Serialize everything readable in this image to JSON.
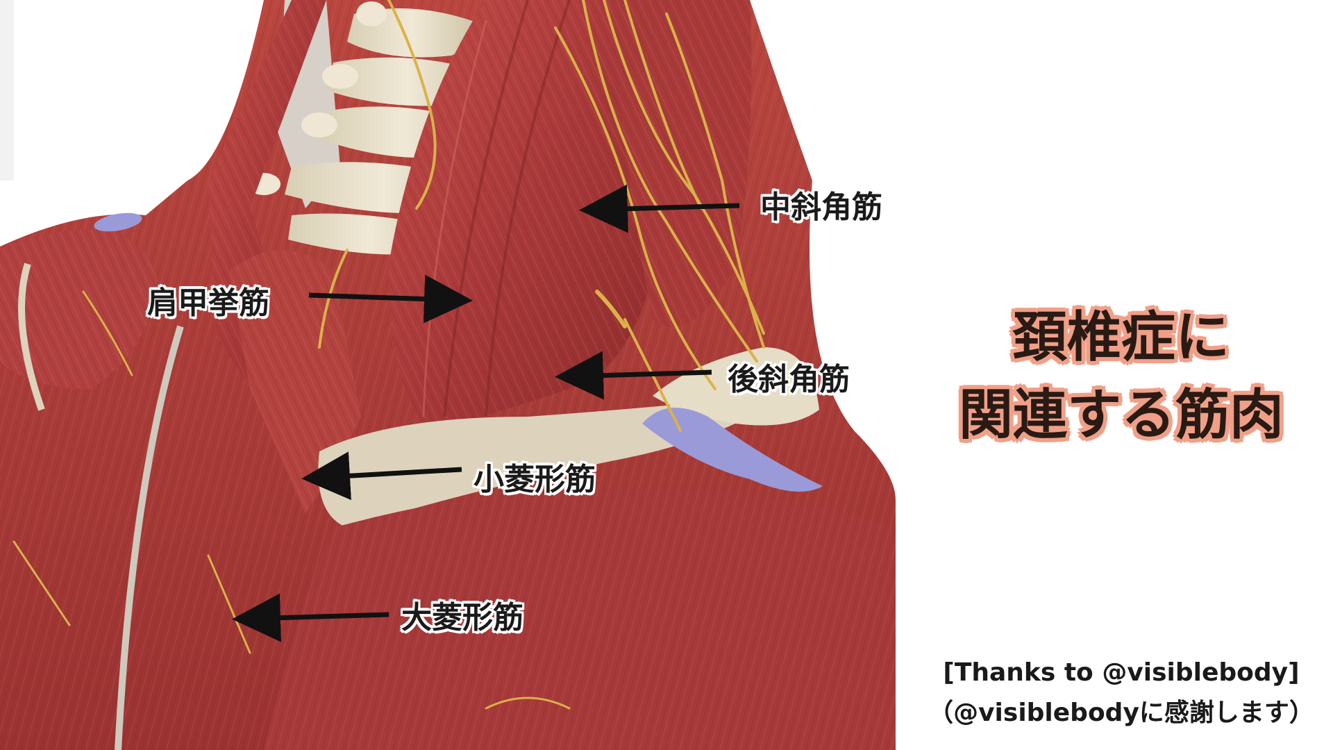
{
  "labels": {
    "middle_scalene": "中斜角筋",
    "levator_scapulae": "肩甲挙筋",
    "posterior_scalene": "後斜角筋",
    "rhomboid_minor": "小菱形筋",
    "rhomboid_major": "大菱形筋"
  },
  "title": {
    "line1": "頚椎症に",
    "line2": "関連する筋肉"
  },
  "credits": {
    "line1": "[Thanks to @visiblebody]",
    "line2": "（@visiblebodyに感謝します）"
  },
  "colors": {
    "muscle": "#b5413f",
    "muscle_dark": "#7e2624",
    "bone": "#e8e0cc",
    "nerve": "#d9b24a",
    "cartilage": "#9a9ad8",
    "title_outline": "#f0a088"
  }
}
